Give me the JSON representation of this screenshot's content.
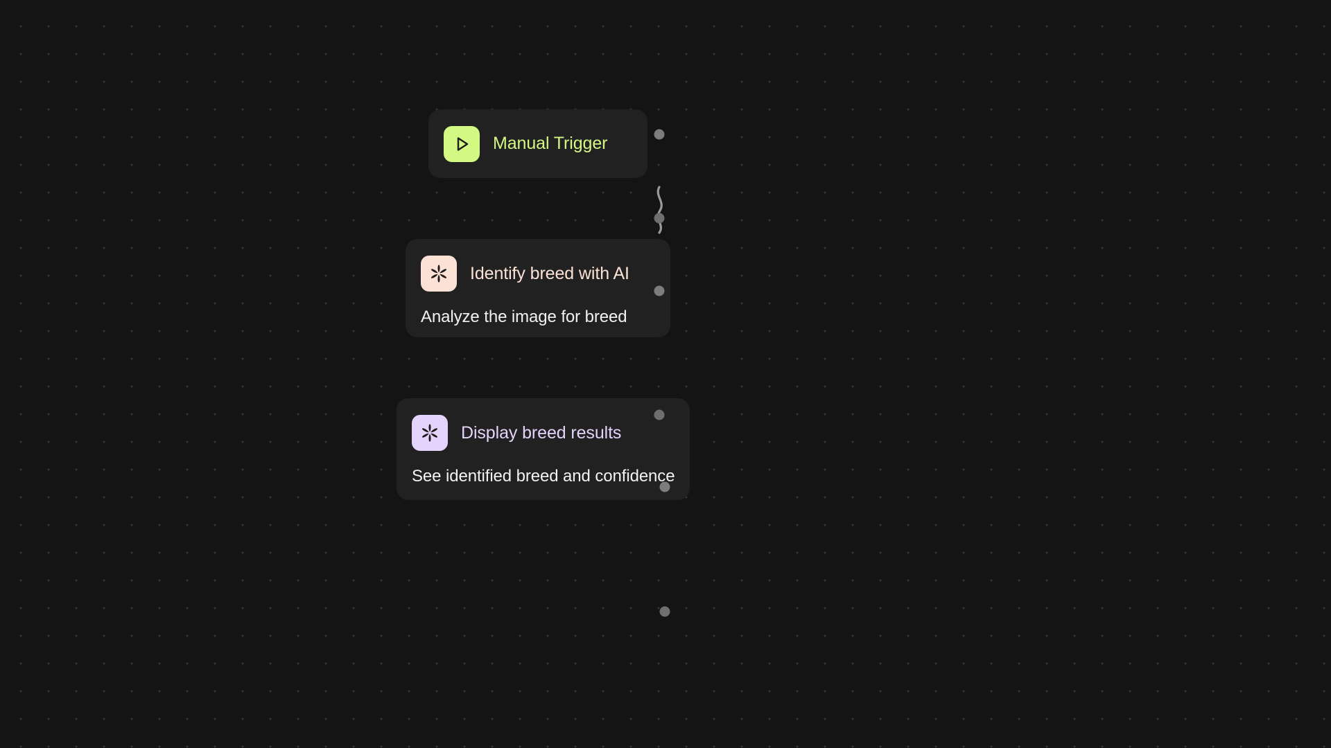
{
  "canvas": {
    "background_color": "#141414",
    "grid_dot_color": "#363636",
    "grid_spacing": 40
  },
  "edge_color": "#9a9a9a",
  "port_color": "#7d7d7d",
  "nodes": [
    {
      "id": "manual-trigger",
      "title": "Manual Trigger",
      "subtitle": "",
      "icon": "play-icon",
      "icon_bg": "#d4f884",
      "title_color": "#d4f884"
    },
    {
      "id": "identify-breed",
      "title": "Identify breed with AI",
      "subtitle": "Analyze the image for breed",
      "icon": "sparkle-asterisk-icon",
      "icon_bg": "#fbe2d5",
      "title_color": "#fbe2d5"
    },
    {
      "id": "display-results",
      "title": "Display breed results",
      "subtitle": "See identified breed and confidence",
      "icon": "sparkle-asterisk-icon",
      "icon_bg": "#e4d3fb",
      "title_color": "#e4d3fb"
    }
  ],
  "connections": [
    {
      "from": "manual-trigger",
      "to": "identify-breed"
    },
    {
      "from": "identify-breed",
      "to": "display-results"
    }
  ]
}
